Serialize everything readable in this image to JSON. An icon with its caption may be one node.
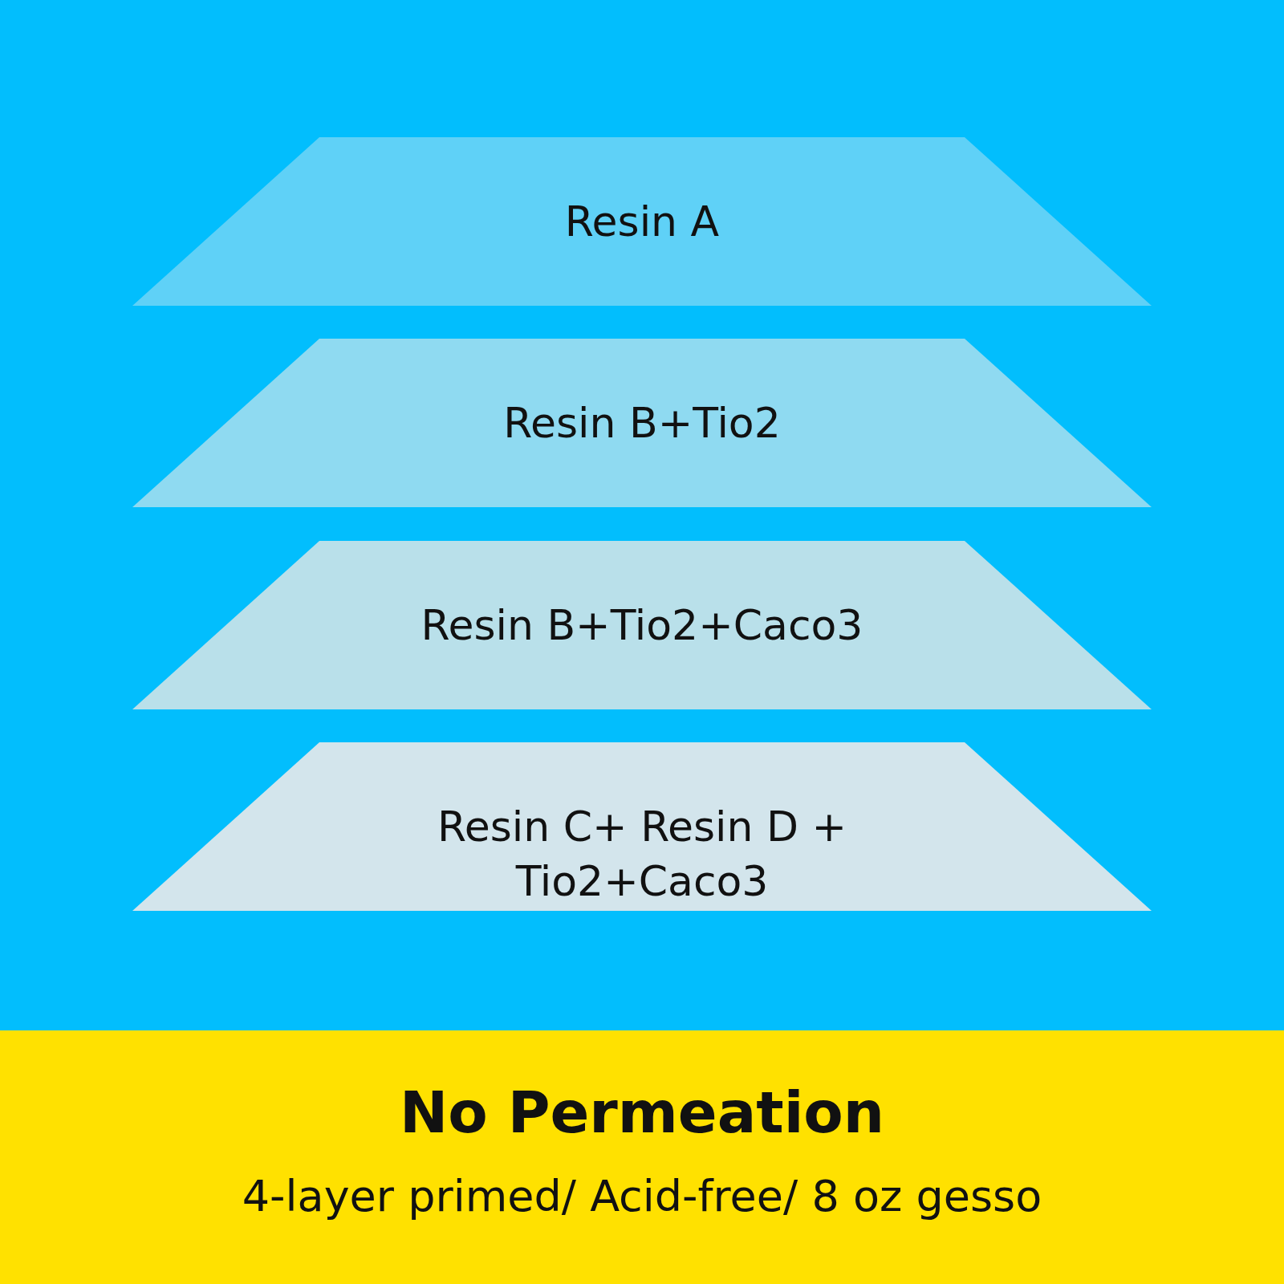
{
  "diagram": {
    "nodes": [
      {
        "text": [
          "Resin A"
        ]
      },
      {
        "text": [
          "Resin B+Tio2"
        ]
      },
      {
        "text": [
          "Resin B+Tio2+Caco3"
        ]
      },
      {
        "text": [
          "Resin C+ Resin D + Tio2+Caco3"
        ]
      },
      {
        "text": [
          "No Permeation",
          "4-layer primed/ Acid-free/ 8 oz gesso"
        ]
      }
    ]
  }
}
